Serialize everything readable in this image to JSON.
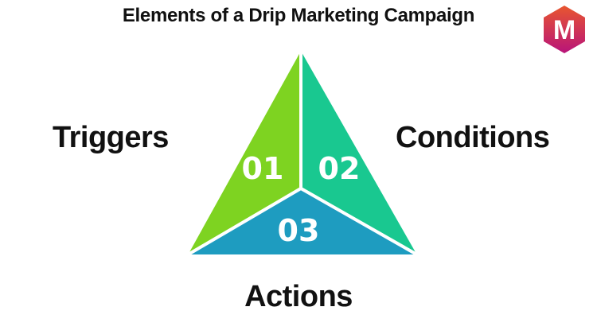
{
  "title": "Elements of a Drip Marketing Campaign",
  "logo": {
    "letter": "M",
    "colors": {
      "top": "#e8562f",
      "bottom": "#b8147a"
    }
  },
  "segments": [
    {
      "number": "01",
      "label": "Triggers",
      "color": "#7ed321"
    },
    {
      "number": "02",
      "label": "Conditions",
      "color": "#19c890"
    },
    {
      "number": "03",
      "label": "Actions",
      "color": "#1e9cc0"
    }
  ]
}
